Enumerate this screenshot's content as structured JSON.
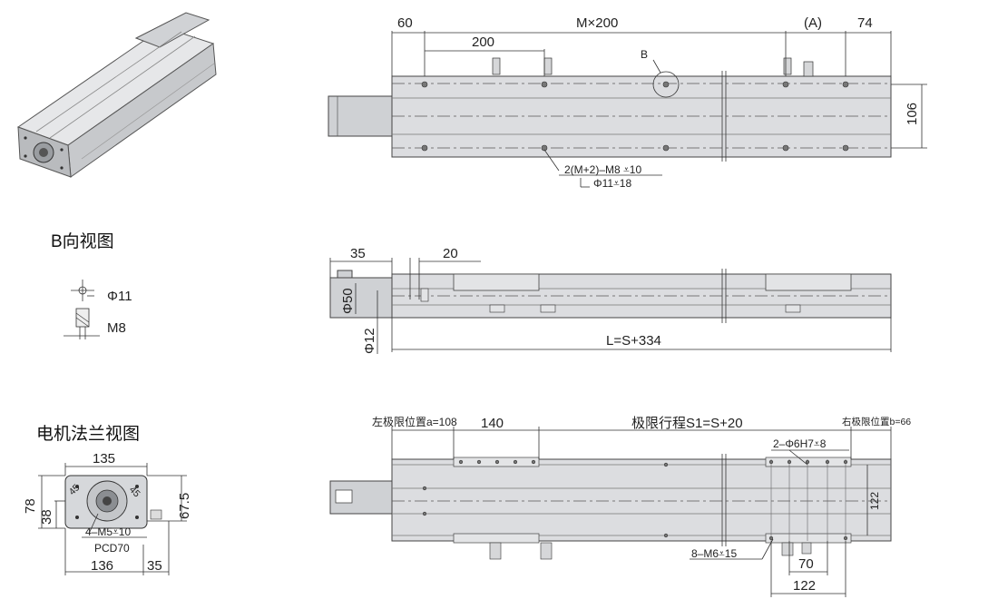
{
  "views": {
    "top": {
      "dim_left": "60",
      "dim_pitch": "M×200",
      "dim_a": "(A)",
      "dim_right": "74",
      "dim_200": "200",
      "detail_label": "B",
      "dim_height": "106",
      "hole_note_1": "2(M+2)–M8 ⩡10",
      "hole_note_2": "Φ11⩡18"
    },
    "b_view": {
      "title": "B向视图",
      "dim_phi": "Φ11",
      "dim_m8": "M8"
    },
    "side": {
      "dim_35": "35",
      "dim_20": "20",
      "dim_phi50": "Φ50",
      "dim_phi12": "Φ12",
      "dim_length": "L=S+334"
    },
    "flange": {
      "title": "电机法兰视图",
      "dim_135": "135",
      "dim_78": "78",
      "dim_38": "38",
      "dim_67_5": "67.5",
      "dim_45": "45",
      "hole_note": "4–M5⩡10",
      "pcd": "PCD70",
      "dim_136": "136",
      "dim_35": "35"
    },
    "bottom": {
      "left_limit": "左极限位置a=108",
      "dim_140": "140",
      "stroke": "极限行程S1=S+20",
      "right_limit": "右极限位置b=66",
      "pin_note": "2–Φ6H7⩡8",
      "dim_122v": "122",
      "screw_note": "8–M6⩡15",
      "dim_70": "70",
      "dim_122h": "122"
    }
  }
}
